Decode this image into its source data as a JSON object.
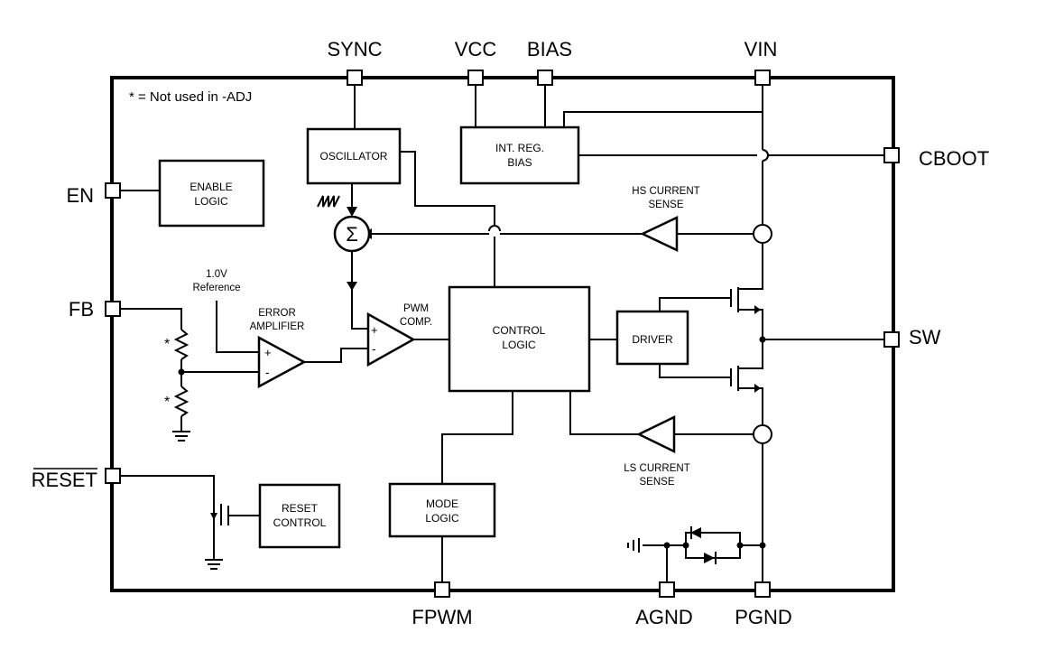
{
  "note": "* = Not used in -ADJ",
  "pins": {
    "sync": "SYNC",
    "vcc": "VCC",
    "bias": "BIAS",
    "vin": "VIN",
    "cboot": "CBOOT",
    "en": "EN",
    "fb": "FB",
    "sw": "SW",
    "reset": "RESET",
    "fpwm": "FPWM",
    "agnd": "AGND",
    "pgnd": "PGND"
  },
  "blocks": {
    "oscillator": "OSCILLATOR",
    "int_reg_line1": "INT. REG.",
    "int_reg_line2": "BIAS",
    "enable_line1": "ENABLE",
    "enable_line2": "LOGIC",
    "control_line1": "CONTROL",
    "control_line2": "LOGIC",
    "driver": "DRIVER",
    "mode_line1": "MODE",
    "mode_line2": "LOGIC",
    "reset_line1": "RESET",
    "reset_line2": "CONTROL"
  },
  "labels": {
    "hs_line1": "HS CURRENT",
    "hs_line2": "SENSE",
    "ls_line1": "LS CURRENT",
    "ls_line2": "SENSE",
    "ref_line1": "1.0V",
    "ref_line2": "Reference",
    "err_line1": "ERROR",
    "err_line2": "AMPLIFIER",
    "pwm_line1": "PWM",
    "pwm_line2": "COMP.",
    "sigma": "Σ",
    "plus": "+",
    "minus": "-",
    "asterisk": "*"
  }
}
